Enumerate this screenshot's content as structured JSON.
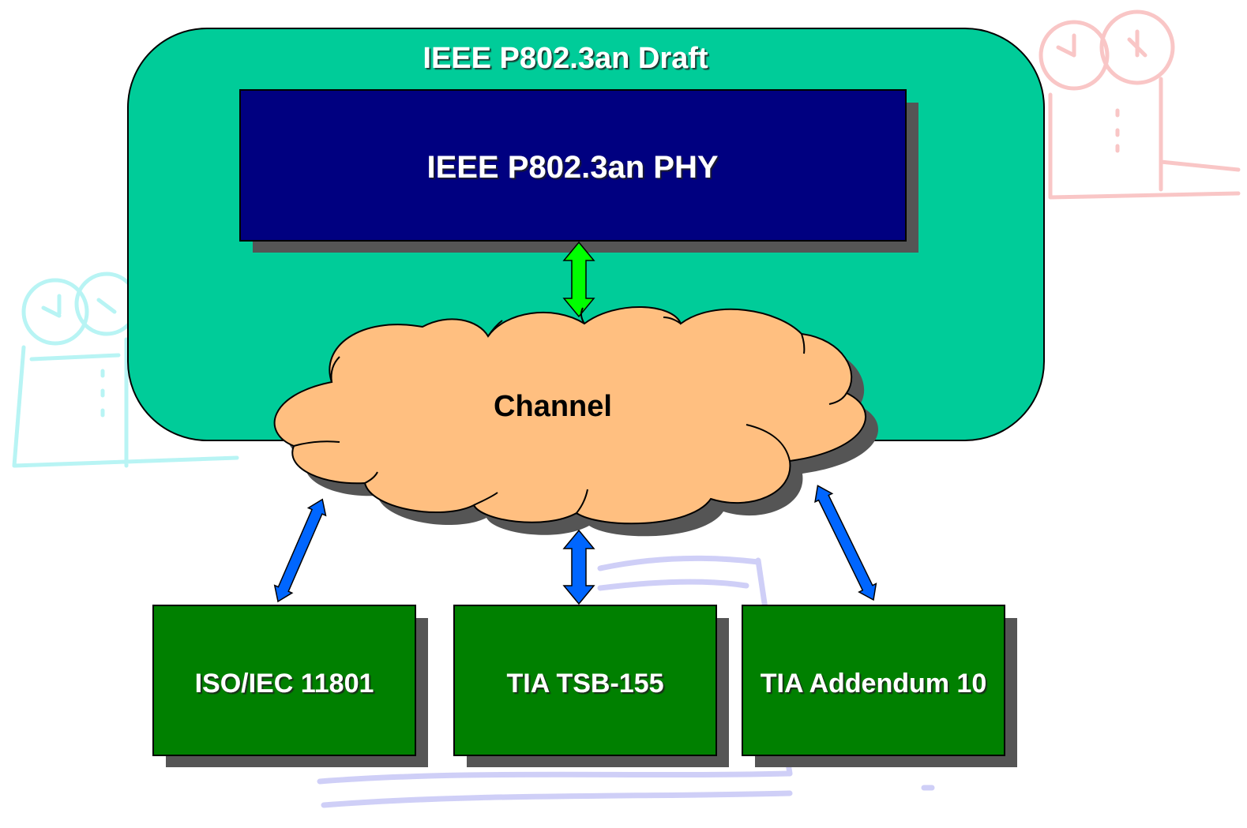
{
  "draft_container": {
    "title": "IEEE P802.3an Draft",
    "fill": "#00CC99"
  },
  "phy_box": {
    "label": "IEEE P802.3an PHY",
    "fill": "#000080"
  },
  "channel_cloud": {
    "label": "Channel",
    "fill": "#FFBF80"
  },
  "standard_boxes": [
    {
      "label": "ISO/IEC 11801"
    },
    {
      "label": "TIA TSB-155"
    },
    {
      "label": "TIA Addendum 10"
    }
  ],
  "colors": {
    "standard_box_fill": "#008000",
    "phy_channel_arrow": "#00FF00",
    "standards_arrow": "#0066FF",
    "shadow": "#555555",
    "title_text": "#FFFFFF"
  },
  "background_clipart": [
    "film-projector-icon",
    "film-projector-icon",
    "film-reel-icon"
  ]
}
